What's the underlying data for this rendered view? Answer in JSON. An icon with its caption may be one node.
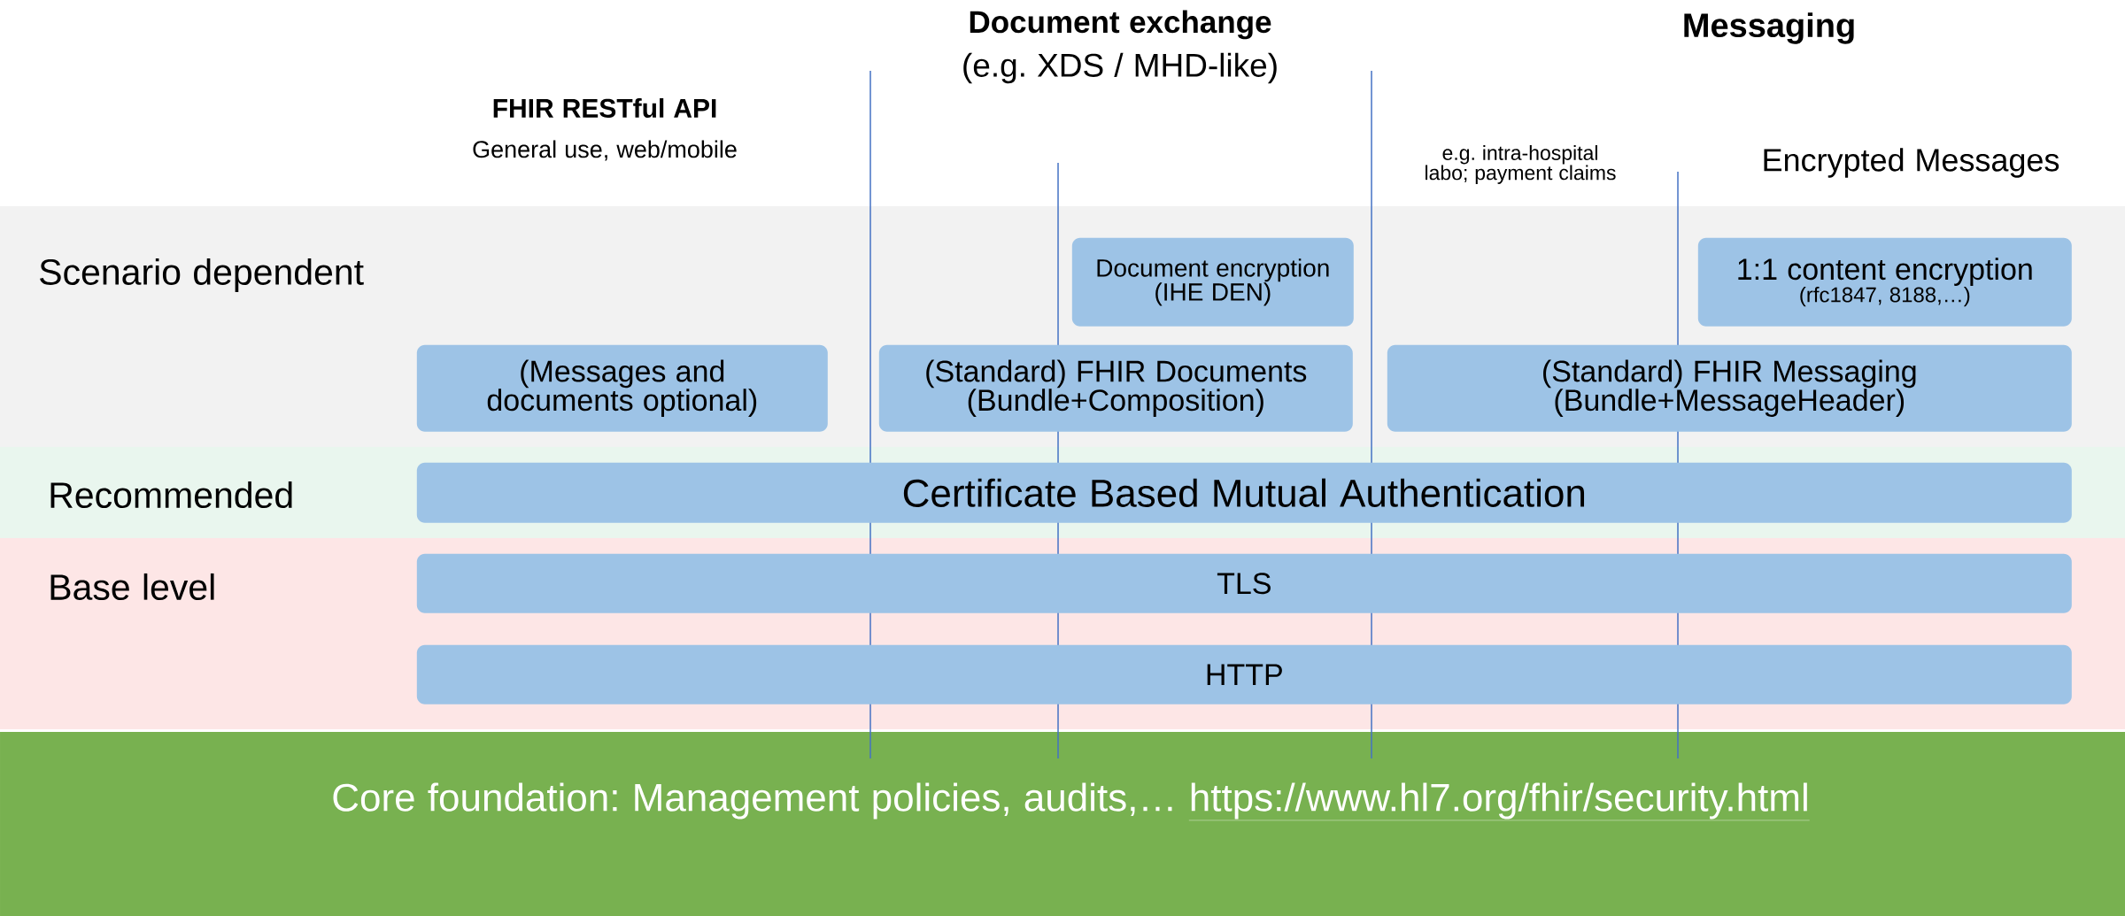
{
  "diagram": {
    "nodes": [
      {
        "text": [
          "Scenario dependent"
        ]
      },
      {
        "text": [
          "Document encryption (IHE DEN)"
        ],
        "in": 0
      },
      {
        "text": [
          "1:1 content encryption",
          "(rfc1847, 8188,…)"
        ],
        "in": 0
      },
      {
        "text": [
          "(Messages and documents optional)"
        ],
        "in": 0
      },
      {
        "text": [
          "(Standard) FHIR Documents (Bundle+Composition)"
        ],
        "in": 0
      },
      {
        "text": [
          "(Standard) FHIR Messaging (Bundle+MessageHeader)"
        ],
        "in": 0
      },
      {
        "text": [
          "Recommended"
        ]
      },
      {
        "text": [
          "Certificate Based Mutual Authentication"
        ],
        "in": 6
      },
      {
        "text": [
          "Base level"
        ]
      },
      {
        "text": [
          "TLS"
        ],
        "in": 8
      },
      {
        "text": [
          "HTTP"
        ],
        "in": 8
      },
      {
        "text": [
          "Core foundation: Management policies, audits,…",
          "https://www.hl7.org/fhir/security.html"
        ]
      }
    ],
    "edges": [],
    "labels": [
      "Document exchange",
      "(e.g. XDS / MHD-like)",
      "Messaging",
      "FHIR RESTful API",
      "General use, web/mobile",
      "e.g. intra-hospital labo; payment claims",
      "Encrypted Messages"
    ]
  }
}
